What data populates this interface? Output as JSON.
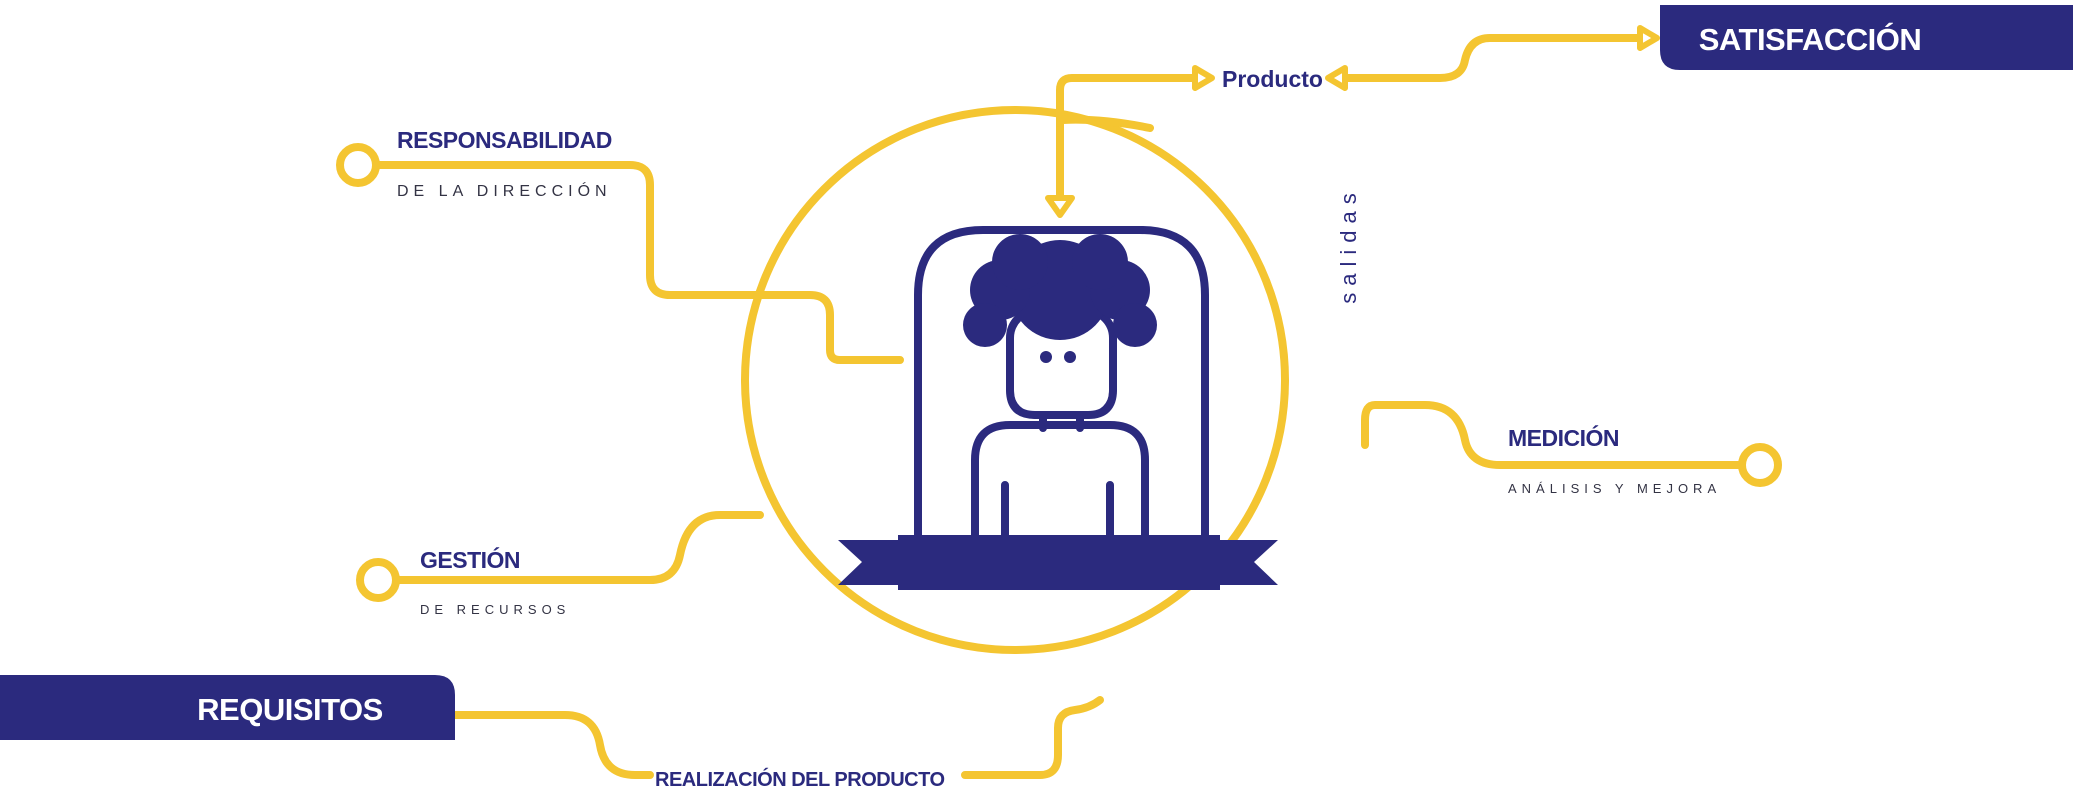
{
  "colors": {
    "navy": "#2b2a7e",
    "yellow": "#f4c531",
    "text_dark": "#333344",
    "white": "#ffffff"
  },
  "banners": {
    "satisfaccion": "SATISFACCIÓN",
    "requisitos": "REQUISITOS"
  },
  "nodes": {
    "responsabilidad": {
      "title": "RESPONSABILIDAD",
      "subtitle": "DE LA DIRECCIÓN"
    },
    "gestion": {
      "title": "GESTIÓN",
      "subtitle": "DE RECURSOS"
    },
    "medicion": {
      "title": "MEDICIÓN",
      "subtitle": "ANÁLISIS Y MEJORA"
    },
    "realizacion": {
      "title": "REALIZACIÓN DEL PRODUCTO"
    },
    "producto": {
      "title": "Producto"
    },
    "salidas": {
      "title": "salidas"
    }
  },
  "icons": {
    "center": "customer-person-icon",
    "ribbon": "ribbon-banner-icon"
  }
}
